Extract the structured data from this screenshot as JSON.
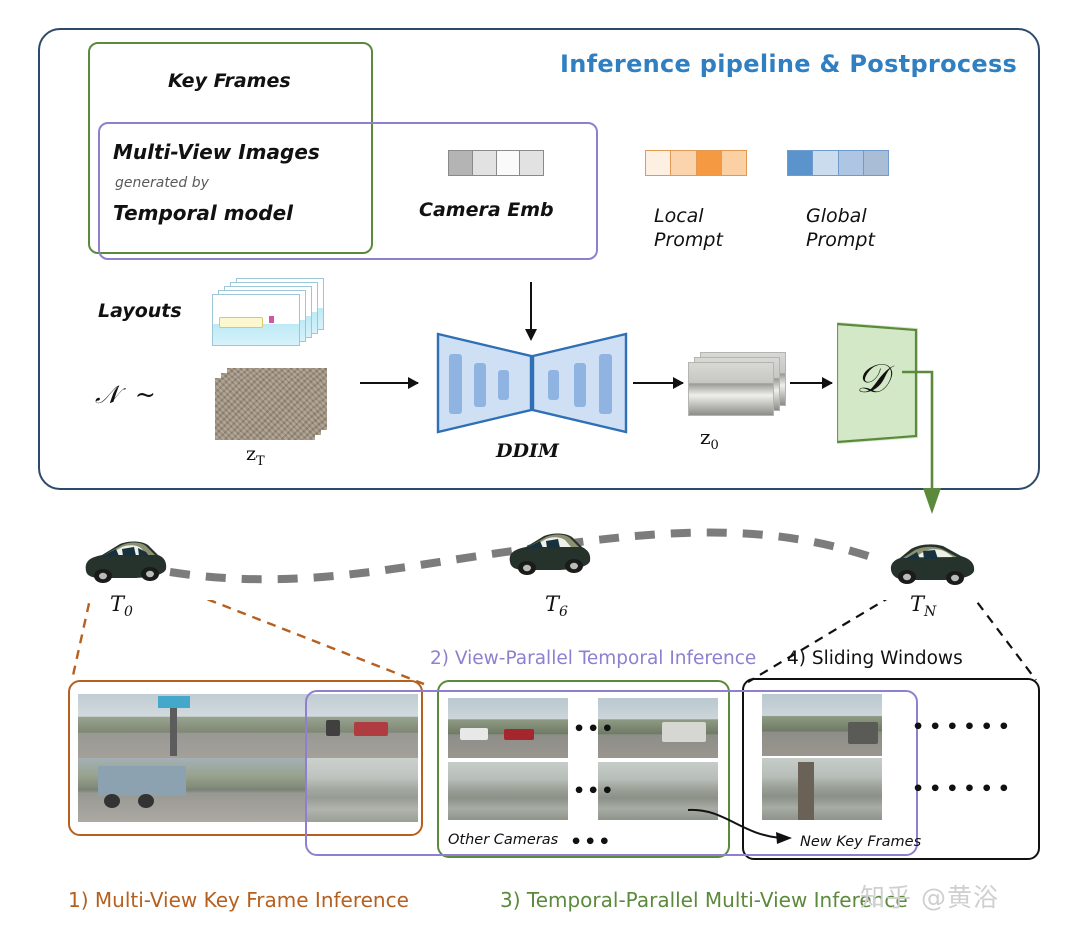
{
  "panel": {
    "title": "Inference pipeline & Postprocess",
    "keyframes_label": "Key Frames",
    "multiview_title": "Multi-View Images",
    "multiview_sub": "generated by",
    "multiview_model": "Temporal model",
    "camera_emb_label": "Camera Emb",
    "local_prompt_label": "Local\nPrompt",
    "global_prompt_label": "Global\nPrompt",
    "layouts_label": "Layouts",
    "noise_glyph": "ᵊ  ~",
    "zt_label": "z",
    "zt_sub": "T",
    "ddim_label": "DDIM",
    "z0_label": "z",
    "z0_sub": "0",
    "decoder_glyph": "𝒟"
  },
  "colors": {
    "panel_border": "#2e4a6b",
    "title_blue": "#2f7fc1",
    "green": "#5b8a3c",
    "purple": "#8e7fd0",
    "orange": "#b5601f",
    "black": "#111111",
    "unet_fill": "#cfe0f5",
    "unet_border": "#2e6fb5",
    "decoder_fill": "#d3e8c7",
    "local_prompt_cells": [
      "#fdf0e3",
      "#fbd4ad",
      "#f59a43",
      "#fbd0a5"
    ],
    "global_prompt_cells": [
      "#5b93cc",
      "#ccdcef",
      "#aec6e4",
      "#a9bdd6"
    ],
    "camera_cells": [
      "#b4b4b4",
      "#e2e2e2",
      "#fafafa",
      "#e2e2e2"
    ]
  },
  "timeline": {
    "t0": "T",
    "t0_sub": "0",
    "t6": "T",
    "t6_sub": "6",
    "tn": "T",
    "tn_sub": "N"
  },
  "steps": {
    "step1": "1) Multi-View Key Frame Inference",
    "step2": "2) View-Parallel Temporal Inference",
    "step3": "3) Temporal-Parallel Multi-View Inference",
    "step4": "4) Sliding Windows"
  },
  "captions": {
    "other_cameras": "Other Cameras",
    "new_key_frames": "New Key Frames",
    "ellipsis_short": "•••",
    "ellipsis_long": "••••••"
  },
  "watermark": "知乎 @黄浴",
  "chart_data": {
    "type": "diagram",
    "title": "Inference pipeline & Postprocess",
    "nodes": [
      "Key Frames",
      "Multi-View Images",
      "Temporal model",
      "Camera Emb",
      "Local Prompt",
      "Global Prompt",
      "Layouts",
      "z_T",
      "DDIM",
      "z_0",
      "Decoder D"
    ],
    "stages": [
      "1) Multi-View Key Frame Inference",
      "2) View-Parallel Temporal Inference",
      "3) Temporal-Parallel Multi-View Inference",
      "4) Sliding Windows"
    ],
    "timesteps": [
      "T_0",
      "T_6",
      "T_N"
    ]
  }
}
